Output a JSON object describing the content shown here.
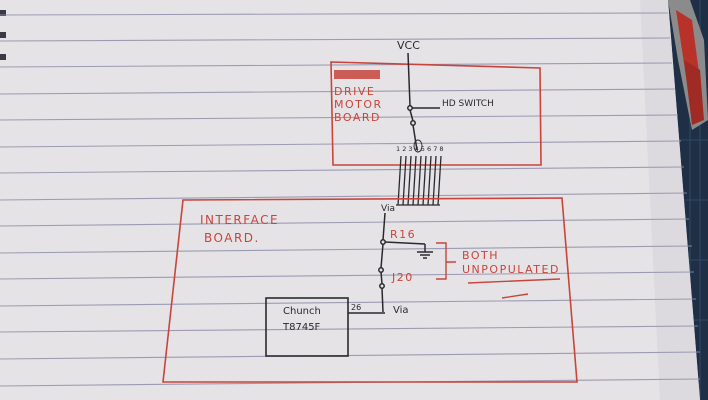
{
  "diagram": {
    "vcc_label": "VCC",
    "motor_board": {
      "title_line1": "DRIVE",
      "title_line2": "MOTOR",
      "title_line3": "BOARD",
      "switch_label": "HD SWITCH",
      "pin_numbers": "1 2 3 4 5 6 7 8"
    },
    "interface_board": {
      "title_line1": "INTERFACE",
      "title_line2": "BOARD.",
      "via_top_label": "Via",
      "r16_label": "R16",
      "j20_label": "J20",
      "note_line1": "BOTH",
      "note_line2": "UNPOPULATED",
      "chip_line1": "Chunch",
      "chip_line2": "T8745F",
      "pin26_label": "26",
      "via_bottom_label": "Via"
    }
  },
  "colors": {
    "paper": "#e6e4e6",
    "rule_line": "#8e8ea8",
    "red_ink": "#c8453c",
    "black_ink": "#2a2a2e",
    "cutting_mat": "#1d2a3a"
  }
}
